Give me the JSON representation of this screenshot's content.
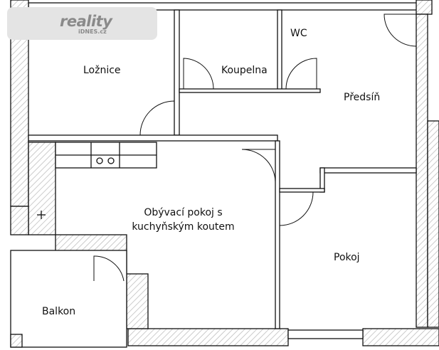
{
  "logo": {
    "brand": "reality",
    "sub": "iDNES.cz"
  },
  "rooms": {
    "loznice": "Ložnice",
    "koupelna": "Koupelna",
    "wc": "WC",
    "predsin": "Předsíň",
    "obyvaci_line1": "Obývací pokoj s",
    "obyvaci_line2": "kuchyňským koutem",
    "pokoj": "Pokoj",
    "balkon": "Balkon"
  },
  "colors": {
    "wall": "#111111",
    "hatch": "#bbbbbb",
    "logo_bg": "#e4e4e4"
  }
}
